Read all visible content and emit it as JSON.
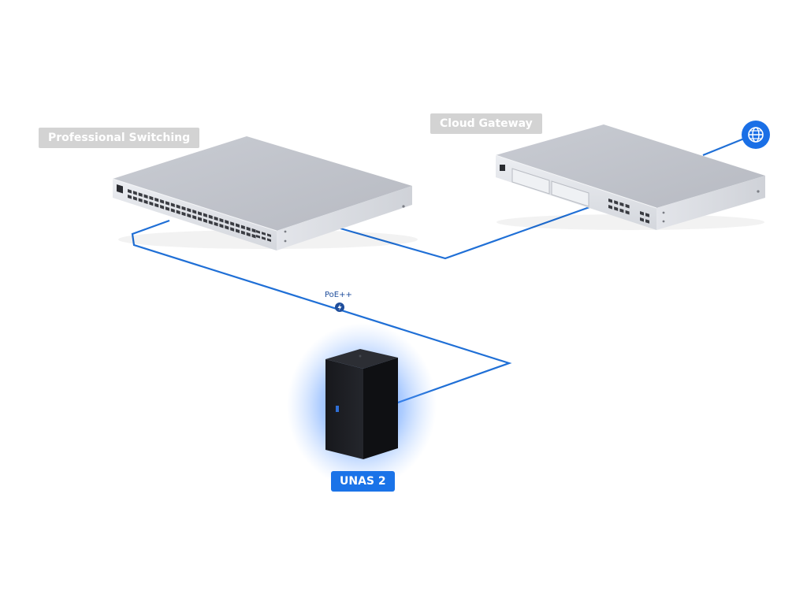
{
  "labels": {
    "professional_switching": "Professional Switching",
    "cloud_gateway": "Cloud Gateway",
    "unas": "UNAS 2",
    "poe": "PoE++"
  },
  "icons": {
    "internet": "globe-icon",
    "poe": "lightning-bolt-icon"
  },
  "colors": {
    "link": "#1f6fd6",
    "accent": "#1a73e8",
    "label_gray": "#d3d3d3",
    "device_silver": "#d6d9df",
    "nas_black": "#1e1f24"
  }
}
